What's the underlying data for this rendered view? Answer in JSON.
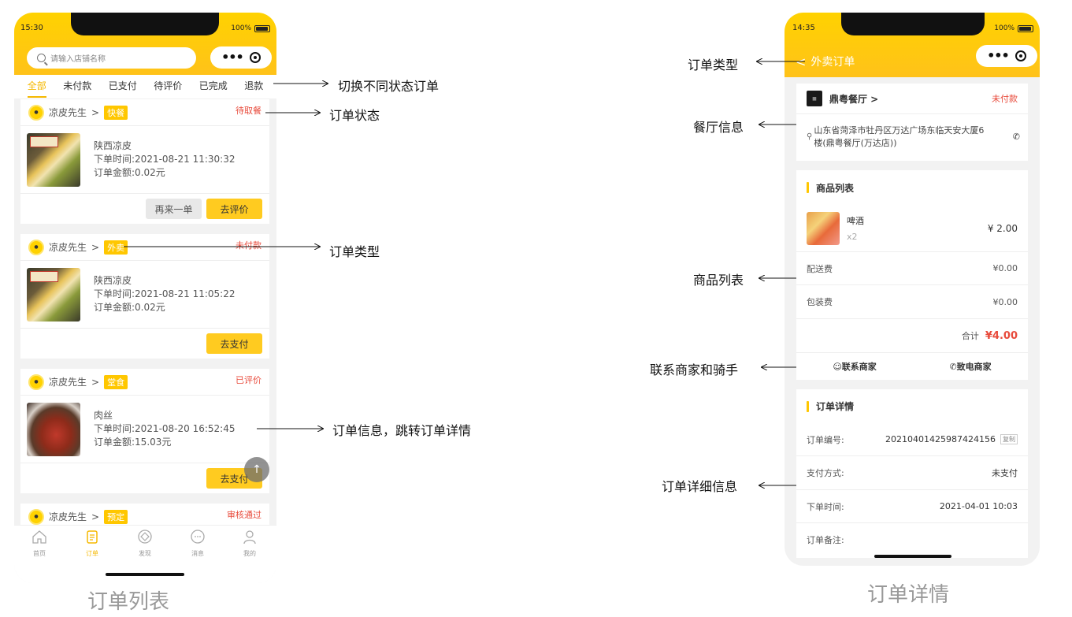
{
  "order_list": {
    "status_time": "15:30",
    "battery": "100%",
    "search_placeholder": "请输入店铺名称",
    "tabs": [
      "全部",
      "未付款",
      "已支付",
      "待评价",
      "已完成",
      "退款"
    ],
    "orders": [
      {
        "shop": "凉皮先生",
        "type": "快餐",
        "status": "待取餐",
        "dish": "陕西凉皮",
        "time": "下单时间:2021-08-21 11:30:32",
        "amount": "订单金额:0.02元",
        "buttons": [
          "再来一单",
          "去评价"
        ]
      },
      {
        "shop": "凉皮先生",
        "type": "外卖",
        "status": "未付款",
        "dish": "陕西凉皮",
        "time": "下单时间:2021-08-21 11:05:22",
        "amount": "订单金额:0.02元",
        "buttons": [
          "去支付"
        ]
      },
      {
        "shop": "凉皮先生",
        "type": "堂食",
        "status": "已评价",
        "dish": "肉丝",
        "time": "下单时间:2021-08-20 16:52:45",
        "amount": "订单金额:15.03元",
        "buttons": [
          "去支付"
        ]
      },
      {
        "shop": "凉皮先生",
        "type": "预定",
        "status": "审核通过"
      }
    ],
    "tabbar": [
      "首页",
      "订单",
      "发现",
      "消息",
      "我的"
    ],
    "caption": "订单列表"
  },
  "order_detail": {
    "status_time": "14:35",
    "battery": "100%",
    "title": "外卖订单",
    "store_name": "鼎粤餐厅 >",
    "store_status": "未付款",
    "address_line1": "山东省菏泽市牡丹区万达广场东临天安大厦6",
    "address_line2": "楼(鼎粤餐厅(万达店))",
    "goods_title": "商品列表",
    "item_name": "啤酒",
    "item_qty": "x2",
    "item_price": "¥ 2.00",
    "fees": [
      {
        "label": "配送费",
        "value": "¥0.00"
      },
      {
        "label": "包装费",
        "value": "¥0.00"
      }
    ],
    "total_label": "合计",
    "total_value": "¥4.00",
    "contact_merchant": "联系商家",
    "call_merchant": "致电商家",
    "details_title": "订单详情",
    "details": [
      {
        "label": "订单编号:",
        "value": "20210401425987424156"
      },
      {
        "label": "支付方式:",
        "value": "未支付"
      },
      {
        "label": "下单时间:",
        "value": "2021-04-01 10:03"
      },
      {
        "label": "订单备注:",
        "value": ""
      }
    ],
    "copy_label": "复制",
    "caption": "订单详情"
  },
  "annotations": {
    "switch_status": "切换不同状态订单",
    "order_status": "订单状态",
    "order_type_left": "订单类型",
    "order_info": "订单信息，跳转订单详情",
    "order_type_right": "订单类型",
    "restaurant_info": "餐厅信息",
    "goods_list": "商品列表",
    "contact": "联系商家和骑手",
    "detail_info": "订单详细信息"
  }
}
